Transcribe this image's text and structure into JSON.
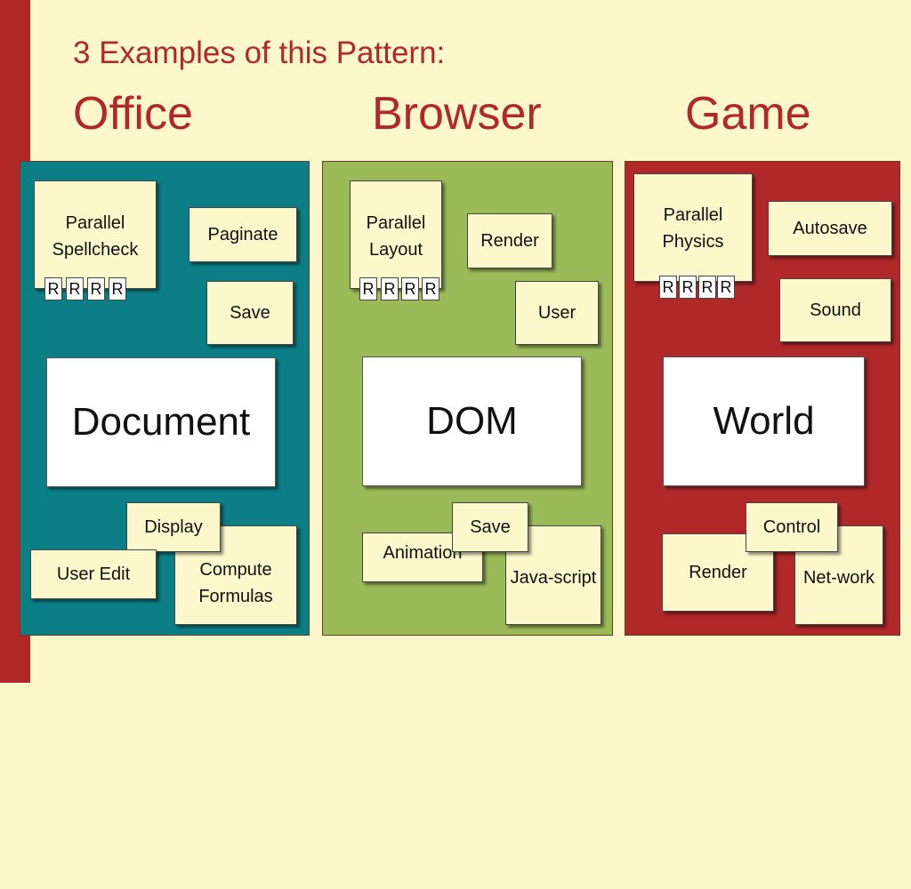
{
  "title": {
    "subtitle": "3 Examples of this Pattern:",
    "headings": [
      "Office",
      "Browser",
      "Game"
    ]
  },
  "colors": {
    "office": "#0c7f86",
    "browser": "#9bbb59",
    "game": "#b1282a",
    "box": "#fdf7cc"
  },
  "office": {
    "spellcheck": "Parallel Spellcheck",
    "paginate": "Paginate",
    "save": "Save",
    "center": "Document",
    "display": "Display",
    "user_edit": "User Edit",
    "compute": "Compute Formulas",
    "r_labels": [
      "R",
      "R",
      "R",
      "R"
    ]
  },
  "browser": {
    "layout": "Parallel Layout",
    "render": "Render",
    "user": "User",
    "center": "DOM",
    "save": "Save",
    "animation": "Animation",
    "javascript": "Java-script",
    "r_labels": [
      "R",
      "R",
      "R",
      "R"
    ]
  },
  "game": {
    "physics": "Parallel Physics",
    "autosave": "Autosave",
    "sound": "Sound",
    "center": "World",
    "control": "Control",
    "render": "Render",
    "network": "Net-work",
    "r_labels": [
      "R",
      "R",
      "R",
      "R"
    ]
  }
}
